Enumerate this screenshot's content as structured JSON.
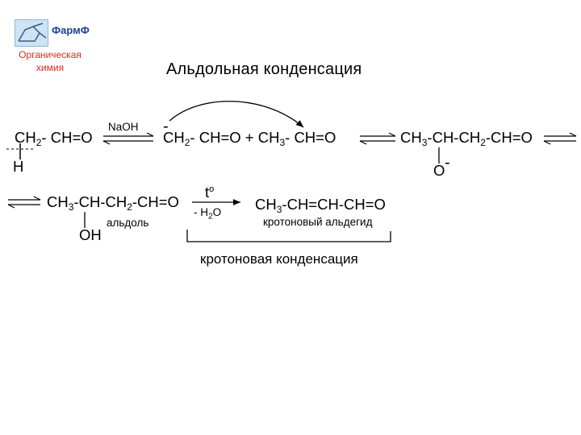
{
  "header": {
    "logo_text": "ФармФ",
    "subject": "Органическая химия"
  },
  "slide": {
    "title": "Альдольная конденсация"
  },
  "reaction": {
    "r1_ch2": "CH",
    "r1_ch2_sub": "2",
    "r1_rest": "- CH=O",
    "r1_h": "H",
    "naoh": "NaOH",
    "anion_charge": "-",
    "anion_ch2": "CH",
    "anion_ch2_sub": "2",
    "anion_rest": "- CH=O  +  CH",
    "anion_ch3_sub": "3",
    "anion_rest2": "- CH=O",
    "adduct_a": "CH",
    "adduct_a_sub": "3",
    "adduct_b": "-CH-CH",
    "adduct_b_sub": "2",
    "adduct_c": "-CH=O",
    "adduct_o": "O",
    "adduct_o_charge": "-",
    "aldol_a": "CH",
    "aldol_a_sub": "3",
    "aldol_b": "-CH-CH",
    "aldol_b_sub": "2",
    "aldol_c": "-CH=O",
    "aldol_oh": "OH",
    "aldol_label": "альдоль",
    "temp": "t",
    "temp_sup": "o",
    "water_a": "- H",
    "water_sub": "2",
    "water_b": "O",
    "product_a": "CH",
    "product_a_sub": "3",
    "product_b": "-CH=CH-CH=O",
    "product_label": "кротоновый альдегид",
    "bracket_label": "кротоновая конденсация"
  }
}
